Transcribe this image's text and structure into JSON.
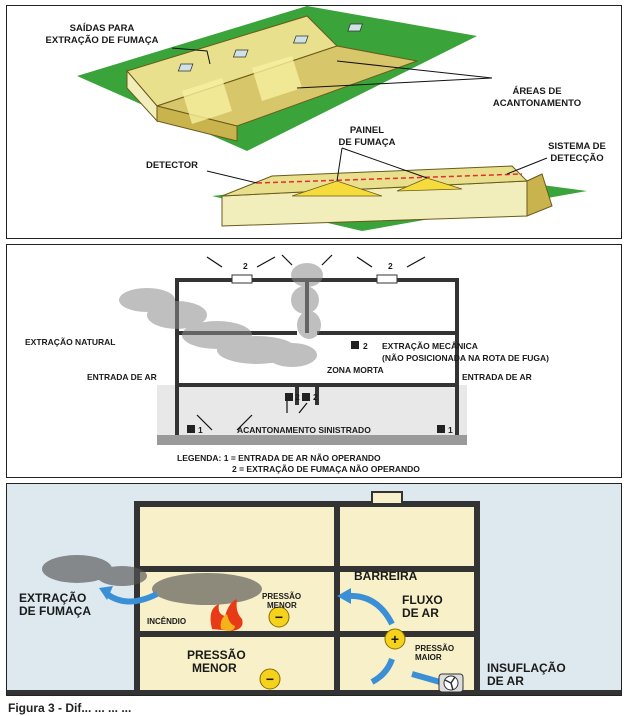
{
  "panel1": {
    "label_saidas_l1": "SAÍDAS PARA",
    "label_saidas_l2": "EXTRAÇÃO DE FUMAÇA",
    "label_areas_l1": "ÁREAS DE",
    "label_areas_l2": "ACANTONAMENTO",
    "label_painel_l1": "PAINEL",
    "label_painel_l2": "DE FUMAÇA",
    "label_detector": "DETECTOR",
    "label_sistema_l1": "SISTEMA DE",
    "label_sistema_l2": "DETECÇÃO"
  },
  "panel2": {
    "num_top_left": "2",
    "num_top_right": "2",
    "label_extracao_natural": "EXTRAÇÃO NATURAL",
    "label_extracao_mecanica_num": "2",
    "label_extracao_mecanica_l1": "EXTRAÇÃO MECÂNICA",
    "label_extracao_mecanica_l2": "(NÃO POSICIONADA NA ROTA DE FUGA)",
    "label_entrada_left": "ENTRADA DE AR",
    "label_zona_morta": "ZONA MORTA",
    "label_entrada_right": "ENTRADA DE AR",
    "num_mid_1": "2",
    "num_mid_2": "2",
    "num_low_left": "1",
    "num_low_right": "1",
    "label_acantonamento": "ACANTONAMENTO SINISTRADO",
    "legend_l1": "LEGENDA: 1 = ENTRADA DE AR NÃO OPERANDO",
    "legend_l2": "2 = EXTRAÇÃO DE FUMAÇA NÃO OPERANDO"
  },
  "panel3": {
    "label_barreira": "BARREIRA",
    "label_extracao_l1": "EXTRAÇÃO",
    "label_extracao_l2": "DE FUMAÇA",
    "label_incendio": "INCÊNDIO",
    "label_pressao_menor_top_l1": "PRESSÃO",
    "label_pressao_menor_top_l2": "MENOR",
    "label_fluxo_l1": "FLUXO",
    "label_fluxo_l2": "DE AR",
    "label_pressao_maior_l1": "PRESSÃO",
    "label_pressao_maior_l2": "MAIOR",
    "label_pressao_menor_bottom_l1": "PRESSÃO",
    "label_pressao_menor_bottom_l2": "MENOR",
    "label_insuflacao_l1": "INSUFLAÇÃO",
    "label_insuflacao_l2": "DE AR",
    "symbol_minus": "−",
    "symbol_plus": "+"
  },
  "caption": "Figura 3 - Dif... ... ... ...",
  "colors": {
    "grass": "#3aa33a",
    "roof": "#e8e08c",
    "wall": "#f2eebc",
    "arrow_blue": "#3a8fd6",
    "smoke": "#8c8c8c",
    "red_dash": "#e03030",
    "pressure_yellow": "#f5d21b"
  }
}
